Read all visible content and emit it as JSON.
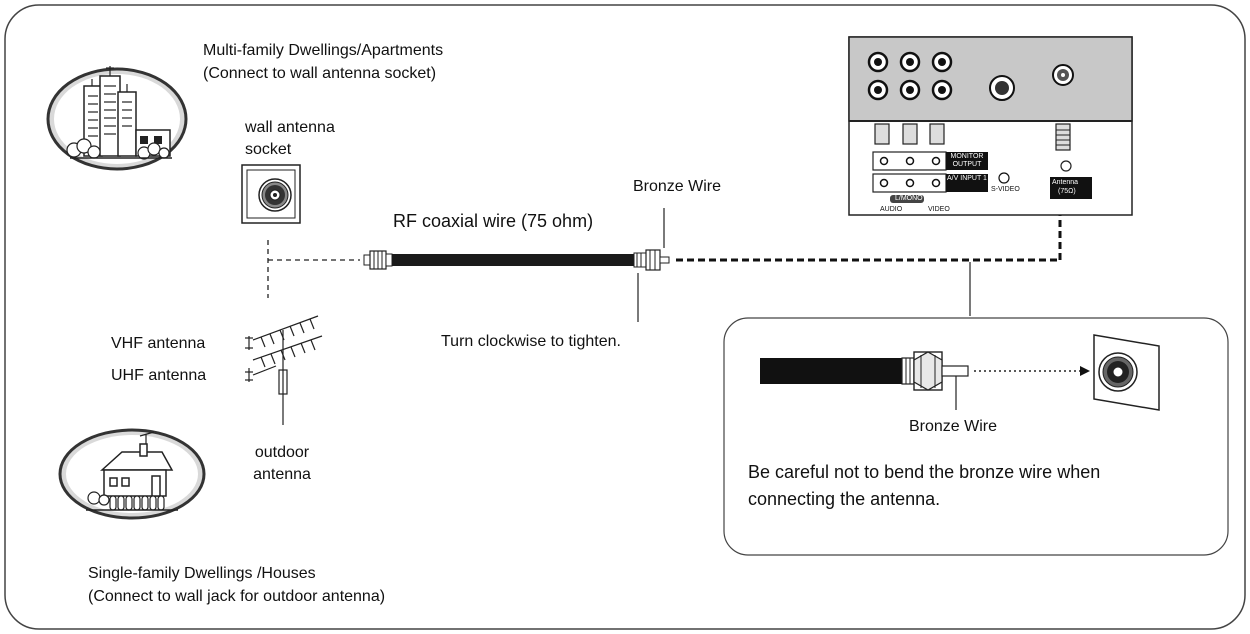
{
  "multi_family": {
    "title": "Multi-family Dwellings/Apartments",
    "subtitle": "(Connect to wall antenna socket)"
  },
  "wall_socket": {
    "line1": "wall antenna",
    "line2": "socket"
  },
  "cable": {
    "label": "RF coaxial wire (75 ohm)",
    "bronze_wire": "Bronze Wire",
    "tighten": "Turn clockwise to tighten."
  },
  "antennas": {
    "vhf": "VHF antenna",
    "uhf": "UHF antenna",
    "outdoor_line1": "outdoor",
    "outdoor_line2": "antenna"
  },
  "single_family": {
    "title": "Single-family Dwellings /Houses",
    "subtitle": "(Connect to wall jack for outdoor antenna)"
  },
  "tv_panel": {
    "monitor_output": "MONITOR OUTPUT",
    "av_input": "A/V INPUT 1",
    "s_video": "S-VIDEO",
    "audio_lmono": "L/MONO",
    "audio": "AUDIO",
    "video": "VIDEO",
    "antenna_line1": "Antenna",
    "antenna_line2": "(75Ω)"
  },
  "detail_box": {
    "bronze_wire": "Bronze Wire",
    "caution_line1": "Be careful not to bend the bronze wire when",
    "caution_line2": "connecting the antenna."
  },
  "colors": {
    "ink": "#111111",
    "frame_stroke": "#444444",
    "panel_bg": "#ffffff",
    "dark_fill": "#1a1a1a",
    "house_circle_bg": "#d8d8d8"
  }
}
